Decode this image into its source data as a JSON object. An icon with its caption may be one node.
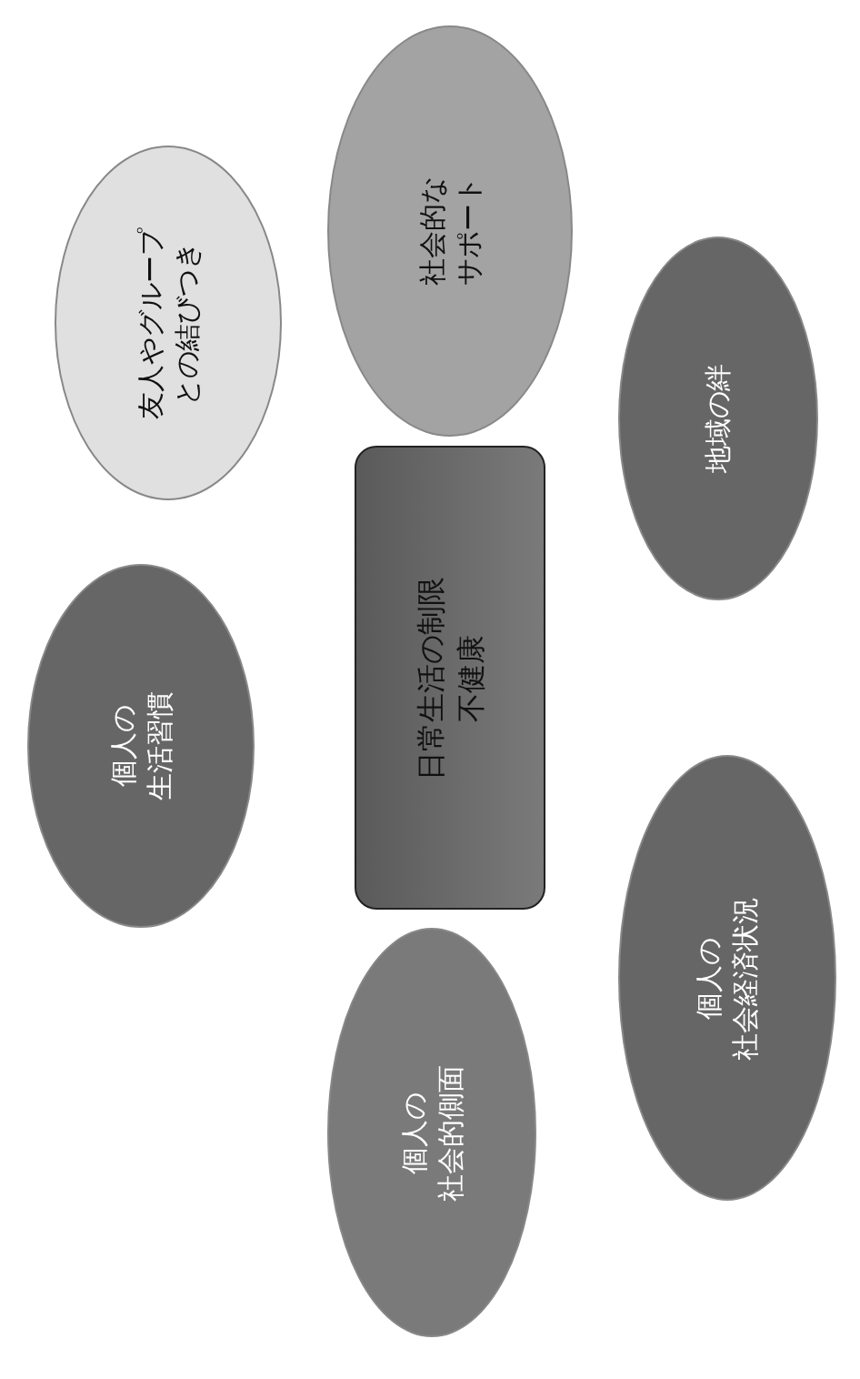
{
  "diagram": {
    "nodes": [
      {
        "text": [
          "社会的なサポート"
        ]
      },
      {
        "text": [
          "友人やグループとの結びつき"
        ]
      },
      {
        "text": [
          "地域の絆"
        ]
      },
      {
        "text": [
          "日常生活の制限",
          "不健康"
        ]
      },
      {
        "text": [
          "個人の生活習慣"
        ]
      },
      {
        "text": [
          "個人の社会経済状況"
        ]
      },
      {
        "text": [
          "個人の社会的側面"
        ]
      }
    ]
  }
}
